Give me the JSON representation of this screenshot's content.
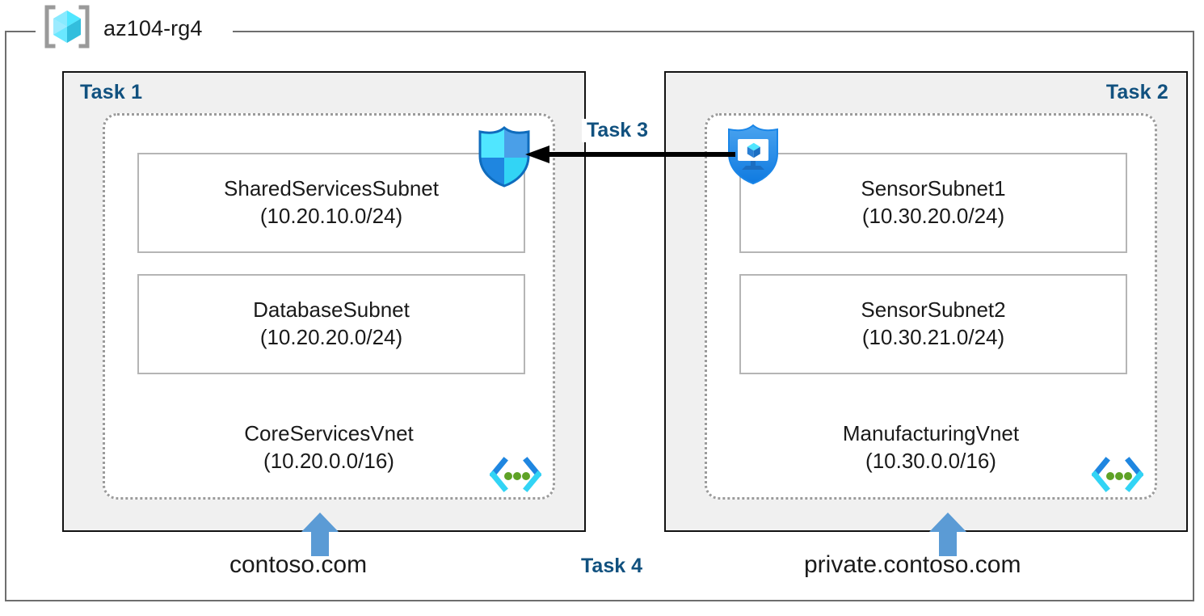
{
  "resource_group": {
    "name": "az104-rg4",
    "icon": "azure-resource-group-cube-icon"
  },
  "panels": [
    {
      "id": "task1",
      "label": "Task 1",
      "label_align": "left",
      "vnet": {
        "name": "CoreServicesVnet",
        "cidr": "(10.20.0.0/16)",
        "icon": "vnet-brackets-icon",
        "subnets": [
          {
            "name": "SharedServicesSubnet",
            "cidr": "(10.20.10.0/24)"
          },
          {
            "name": "DatabaseSubnet",
            "cidr": "(10.20.20.0/24)"
          }
        ]
      },
      "dns_zone": "contoso.com",
      "dns_arrow": "up-arrow-icon"
    },
    {
      "id": "task2",
      "label": "Task 2",
      "label_align": "right",
      "vnet": {
        "name": "ManufacturingVnet",
        "cidr": "(10.30.0.0/16)",
        "icon": "vnet-brackets-icon",
        "subnets": [
          {
            "name": "SensorSubnet1",
            "cidr": "(10.30.20.0/24)"
          },
          {
            "name": "SensorSubnet2",
            "cidr": "(10.30.21.0/24)"
          }
        ]
      },
      "dns_zone": "private.contoso.com",
      "dns_arrow": "up-arrow-icon"
    }
  ],
  "connection": {
    "label": "Task 3",
    "direction": "right-to-left",
    "arrow": "left-arrow-icon",
    "source_icon": "shield-vm-endpoint-icon",
    "target_icon": "shield-firewall-icon"
  },
  "task4": {
    "label": "Task 4"
  },
  "colors": {
    "task_label": "#11517f",
    "panel_fill": "#f0f0f0",
    "panel_border": "#121212",
    "vnet_border": "#9b9b9b",
    "subnet_border": "#b5b5b5",
    "rg_frame": "#6e6e6e",
    "arrow_blue": "#5b9bd5",
    "arrow_black": "#000000",
    "cube_cyan": "#50e6ff",
    "shield_blue": "#0078d4",
    "vnet_dot_green": "#5ea226",
    "text": "#1a1a1a"
  }
}
